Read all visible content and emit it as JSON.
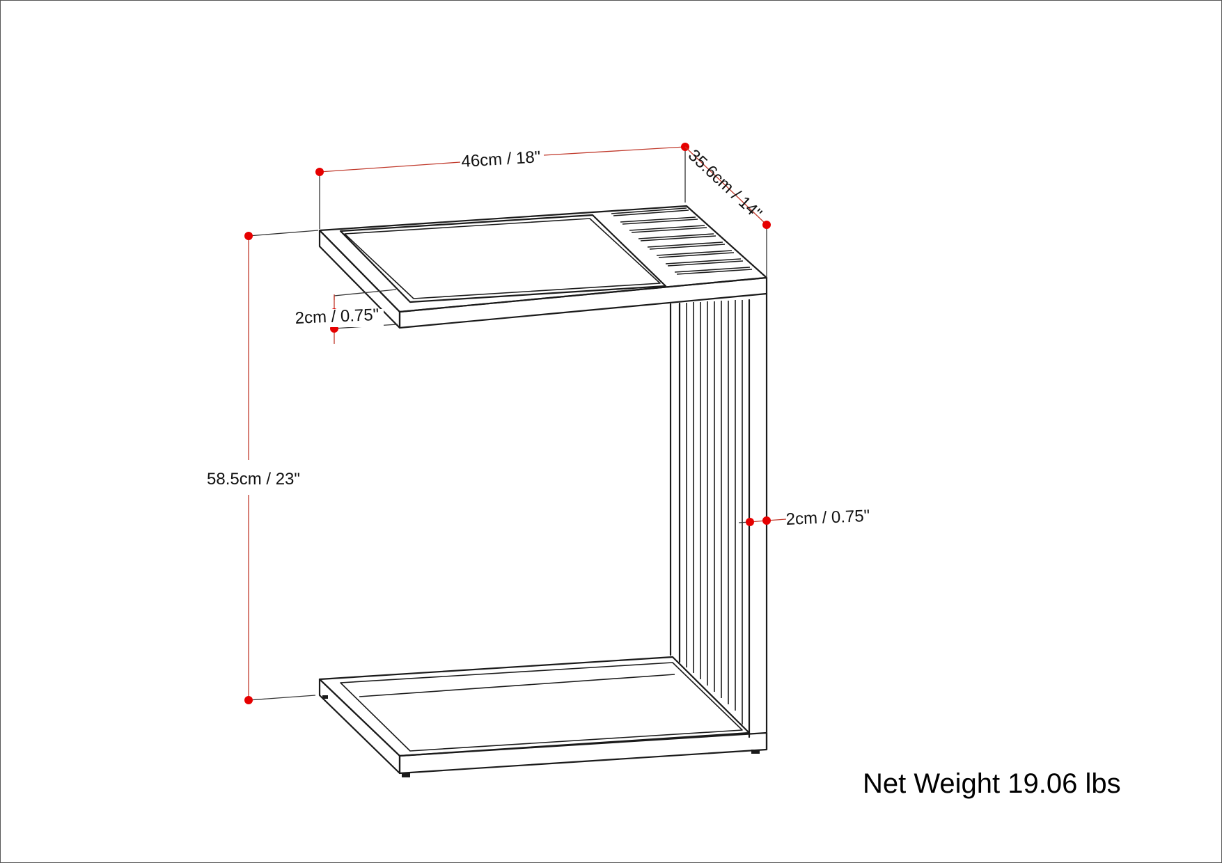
{
  "dimensions": {
    "width_label": "46cm / 18\"",
    "depth_label": "35.6cm / 14\"",
    "height_label": "58.5cm / 23\"",
    "top_thickness_label": "2cm / 0.75\"",
    "side_thickness_label": "2cm / 0.75\""
  },
  "net_weight_label": "Net Weight 19.06 lbs",
  "colors": {
    "line": "#1a1a1a",
    "dimension_dot": "#e60000",
    "dimension_line": "#c0392b",
    "background": "#ffffff"
  }
}
